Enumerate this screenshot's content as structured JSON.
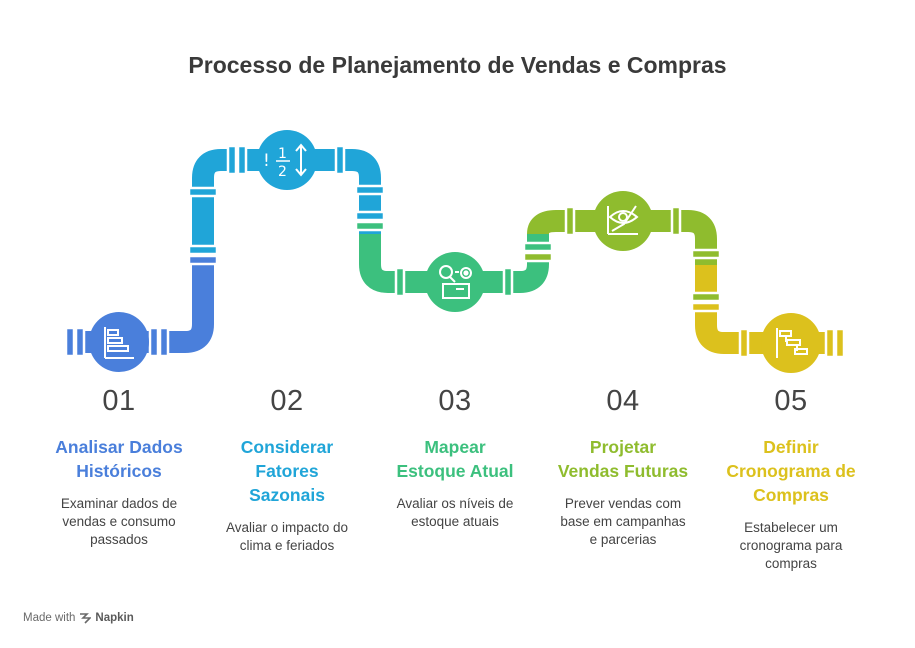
{
  "title": "Processo de Planejamento de Vendas e Compras",
  "colors": {
    "step1": "#4a7fdb",
    "step2": "#20a5d8",
    "step3": "#3cc07e",
    "step4": "#8fbc2e",
    "step5": "#dcc11d"
  },
  "steps": [
    {
      "number": "01",
      "title_lines": [
        "Analisar Dados",
        "Históricos"
      ],
      "desc_lines": [
        "Examinar dados de",
        "vendas e consumo",
        "passados"
      ],
      "icon": "gantt-chart-icon"
    },
    {
      "number": "02",
      "title_lines": [
        "Considerar",
        "Fatores",
        "Sazonais"
      ],
      "desc_lines": [
        "Avaliar o impacto do",
        "clima e feriados"
      ],
      "icon": "sort-numbers-icon"
    },
    {
      "number": "03",
      "title_lines": [
        "Mapear",
        "Estoque Atual"
      ],
      "desc_lines": [
        "Avaliar os níveis de",
        "estoque atuais"
      ],
      "icon": "inventory-search-icon"
    },
    {
      "number": "04",
      "title_lines": [
        "Projetar",
        "Vendas Futuras"
      ],
      "desc_lines": [
        "Prever vendas com",
        "base em campanhas",
        "e parcerias"
      ],
      "icon": "forecast-eye-icon"
    },
    {
      "number": "05",
      "title_lines": [
        "Definir",
        "Cronograma de",
        "Compras"
      ],
      "desc_lines": [
        "Estabelecer um",
        "cronograma para",
        "compras"
      ],
      "icon": "schedule-chart-icon"
    }
  ],
  "footer": {
    "made_with": "Made with",
    "brand": "Napkin"
  }
}
